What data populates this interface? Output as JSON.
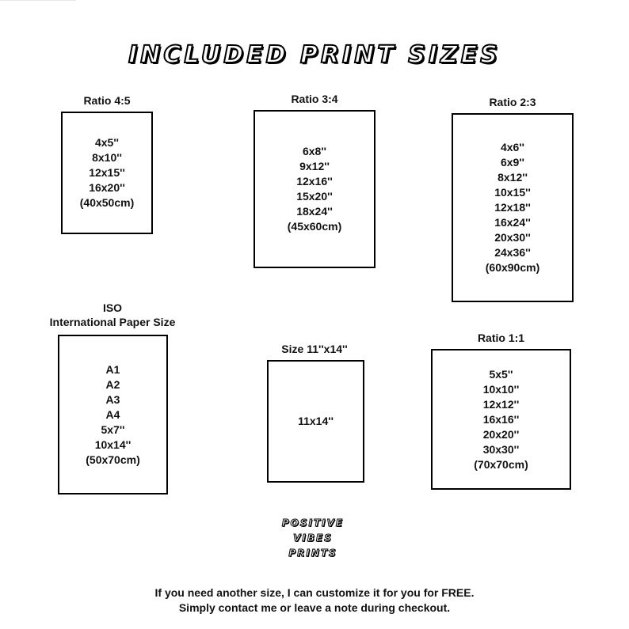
{
  "title": "INCLUDED PRINT SIZES",
  "groups": [
    {
      "label": [
        "Ratio 4:5"
      ],
      "sizes": [
        "4x5''",
        "8x10''",
        "12x15''",
        "16x20''",
        "(40x50cm)"
      ]
    },
    {
      "label": [
        "Ratio 3:4"
      ],
      "sizes": [
        "6x8''",
        "9x12''",
        "12x16''",
        "15x20''",
        "18x24''",
        "(45x60cm)"
      ]
    },
    {
      "label": [
        "Ratio 2:3"
      ],
      "sizes": [
        "4x6''",
        "6x9''",
        "8x12''",
        "10x15''",
        "12x18''",
        "16x24''",
        "20x30''",
        "24x36''",
        "(60x90cm)"
      ]
    },
    {
      "label": [
        "ISO",
        "International Paper Size"
      ],
      "sizes": [
        "A1",
        "A2",
        "A3",
        "A4",
        "5x7''",
        "10x14''",
        "(50x70cm)"
      ]
    },
    {
      "label": [
        "Size 11''x14''"
      ],
      "sizes": [
        "11x14''"
      ]
    },
    {
      "label": [
        "Ratio 1:1"
      ],
      "sizes": [
        "5x5''",
        "10x10''",
        "12x12''",
        "16x16''",
        "20x20''",
        "30x30''",
        "(70x70cm)"
      ]
    }
  ],
  "logo": [
    "POSITIVE",
    "VIBES",
    "PRINTS"
  ],
  "footer": [
    "If you need another size, I can customize it for you for FREE.",
    "Simply contact me or leave a note during checkout."
  ]
}
